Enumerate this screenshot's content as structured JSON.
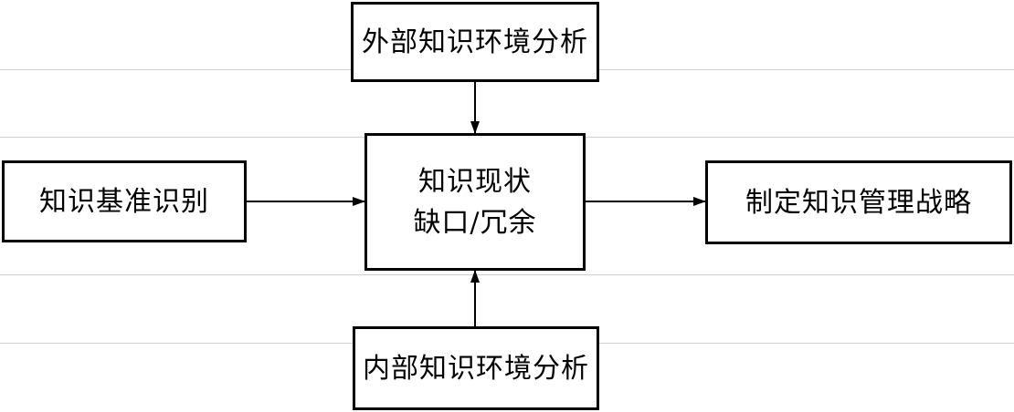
{
  "diagram": {
    "boxes": {
      "external": "外部知识环境分析",
      "baseline": "知识基准识别",
      "status_line1": "知识现状",
      "status_line2": "缺口/冗余",
      "strategy": "制定知识管理战略",
      "internal": "内部知识环境分析"
    },
    "colors": {
      "stroke": "#000000",
      "background": "#ffffff",
      "guide_lines": "#cfcfcf"
    }
  }
}
